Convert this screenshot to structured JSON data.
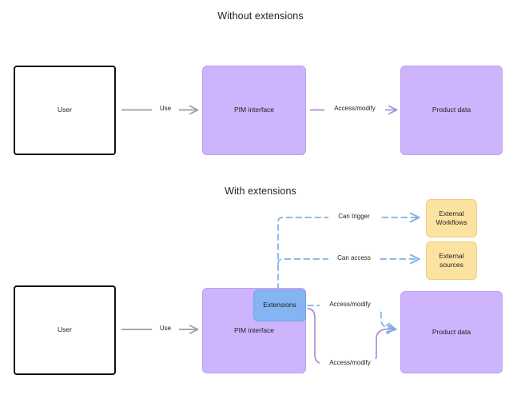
{
  "diagram": {
    "title_top": "Without extensions",
    "title_bottom": "With extensions",
    "colors": {
      "purple_fill": "#CDB4FC",
      "blue_fill": "#85B4F2",
      "yellow_fill": "#FBE2A0",
      "gray_edge": "#9e9e9e",
      "purple_edge": "#a98fd8",
      "blue_edge": "#7fb1e8",
      "user_border": "#111111",
      "text": "#1f1f1f"
    }
  },
  "top_section": {
    "title": "Without extensions",
    "nodes": {
      "user": "User",
      "pim_interface": "PIM interface",
      "product_data": "Product data"
    },
    "edges": {
      "use": "Use",
      "access_modify": "Access/modify"
    }
  },
  "bottom_section": {
    "title": "With extensions",
    "nodes": {
      "user": "User",
      "pim_interface": "PIM interface",
      "extensions": "Extensions",
      "external_workflows_line1": "External",
      "external_workflows_line2": "Workflows",
      "external_sources_line1": "External",
      "external_sources_line2": "sources",
      "product_data": "Product data"
    },
    "edges": {
      "use": "Use",
      "can_trigger": "Can trigger",
      "can_access": "Can access",
      "access_modify_extensions": "Access/modify",
      "access_modify_pim": "Access/modify"
    }
  }
}
